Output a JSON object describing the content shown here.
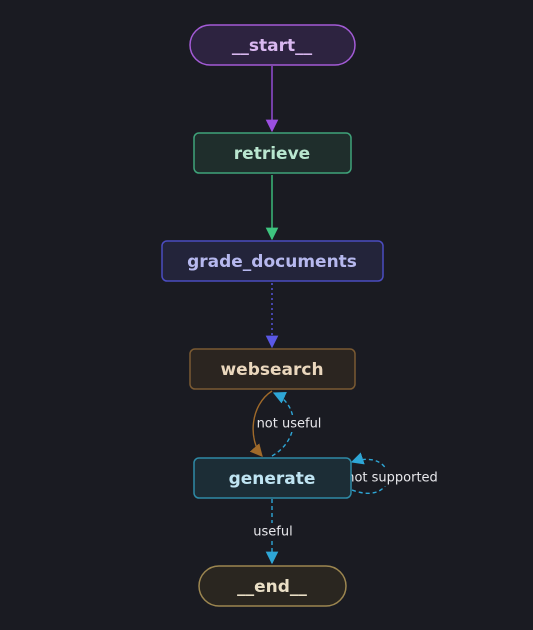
{
  "diagram": {
    "type": "flowchart",
    "nodes": [
      {
        "id": "start",
        "label": "__start__",
        "color": "#a35bd6",
        "fill": "#2d2340",
        "text": "#d9b8f0"
      },
      {
        "id": "retrieve",
        "label": "retrieve",
        "color": "#3fa37a",
        "fill": "#1f2e2c",
        "text": "#b9e6cf"
      },
      {
        "id": "grade_documents",
        "label": "grade_documents",
        "color": "#4b4cc0",
        "fill": "#23243a",
        "text": "#b6b8ee"
      },
      {
        "id": "websearch",
        "label": "websearch",
        "color": "#7a5a32",
        "fill": "#2b2520",
        "text": "#ead7bd"
      },
      {
        "id": "generate",
        "label": "generate",
        "color": "#2e8aa6",
        "fill": "#1c2d36",
        "text": "#bfe4f2"
      },
      {
        "id": "end",
        "label": "__end__",
        "color": "#9c8650",
        "fill": "#2a2620",
        "text": "#eadfc6"
      }
    ],
    "edges": [
      {
        "from": "start",
        "to": "retrieve",
        "label": "",
        "style": "solid",
        "color": "#9b4fe0"
      },
      {
        "from": "retrieve",
        "to": "grade_documents",
        "label": "",
        "style": "solid",
        "color": "#3ec47f"
      },
      {
        "from": "grade_documents",
        "to": "websearch",
        "label": "",
        "style": "dotted",
        "color": "#5a58e6"
      },
      {
        "from": "websearch",
        "to": "generate",
        "label": "",
        "style": "solid",
        "color": "#a06a2a"
      },
      {
        "from": "generate",
        "to": "websearch",
        "label": "not useful",
        "style": "dashed",
        "color": "#2ea6d6"
      },
      {
        "from": "generate",
        "to": "generate",
        "label": "not supported",
        "style": "dashed",
        "color": "#2ea6d6"
      },
      {
        "from": "generate",
        "to": "end",
        "label": "useful",
        "style": "dashed",
        "color": "#2ea6d6"
      }
    ]
  }
}
